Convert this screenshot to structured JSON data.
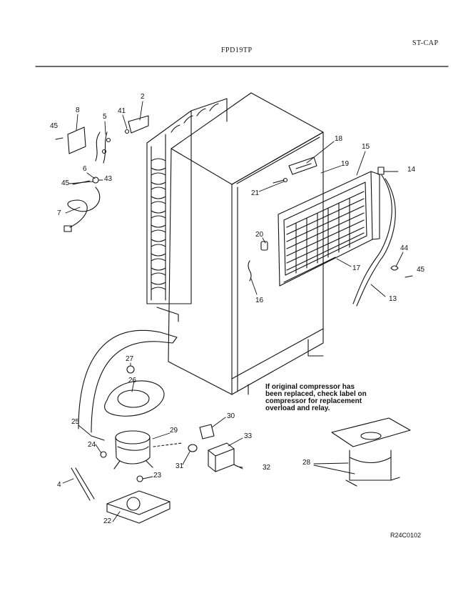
{
  "header": {
    "model": "FPD19TP",
    "section_code": "ST-CAP"
  },
  "note_lines": [
    "If original compressor has",
    "been replaced, check label on",
    "compressor for replacement",
    "overload and relay."
  ],
  "diagram_code": "R24C0102",
  "callouts": [
    "2",
    "41",
    "8",
    "5",
    "45",
    "6",
    "45",
    "43",
    "7",
    "18",
    "15",
    "19",
    "14",
    "21",
    "20",
    "16",
    "17",
    "44",
    "45",
    "13",
    "27",
    "26",
    "30",
    "25",
    "29",
    "33",
    "24",
    "31",
    "32",
    "4",
    "23",
    "28",
    "22"
  ],
  "colors": {
    "ink": "#111111",
    "paper": "#ffffff"
  }
}
